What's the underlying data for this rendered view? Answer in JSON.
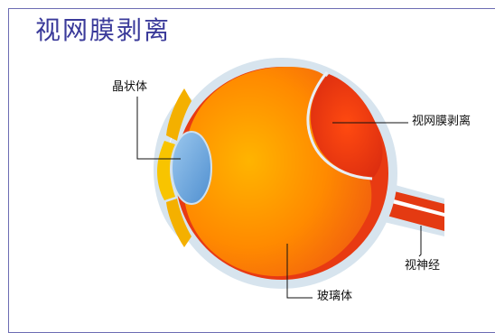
{
  "title": "视网膜剥离",
  "labels": {
    "lens": "晶状体",
    "retinal_detachment": "视网膜剥离",
    "optic_nerve": "视神经",
    "vitreous": "玻璃体"
  },
  "colors": {
    "title": "#3a3a9a",
    "border": "#6c6cb3",
    "sclera": "#d7e4ee",
    "eyeball_outer": "#e83a12",
    "eyeball_inner": "#ff9b00",
    "lens": "#6fa9dc",
    "iris": "#f4b000",
    "optic_nerve": "#e43a12",
    "leader_line": "#111111"
  }
}
